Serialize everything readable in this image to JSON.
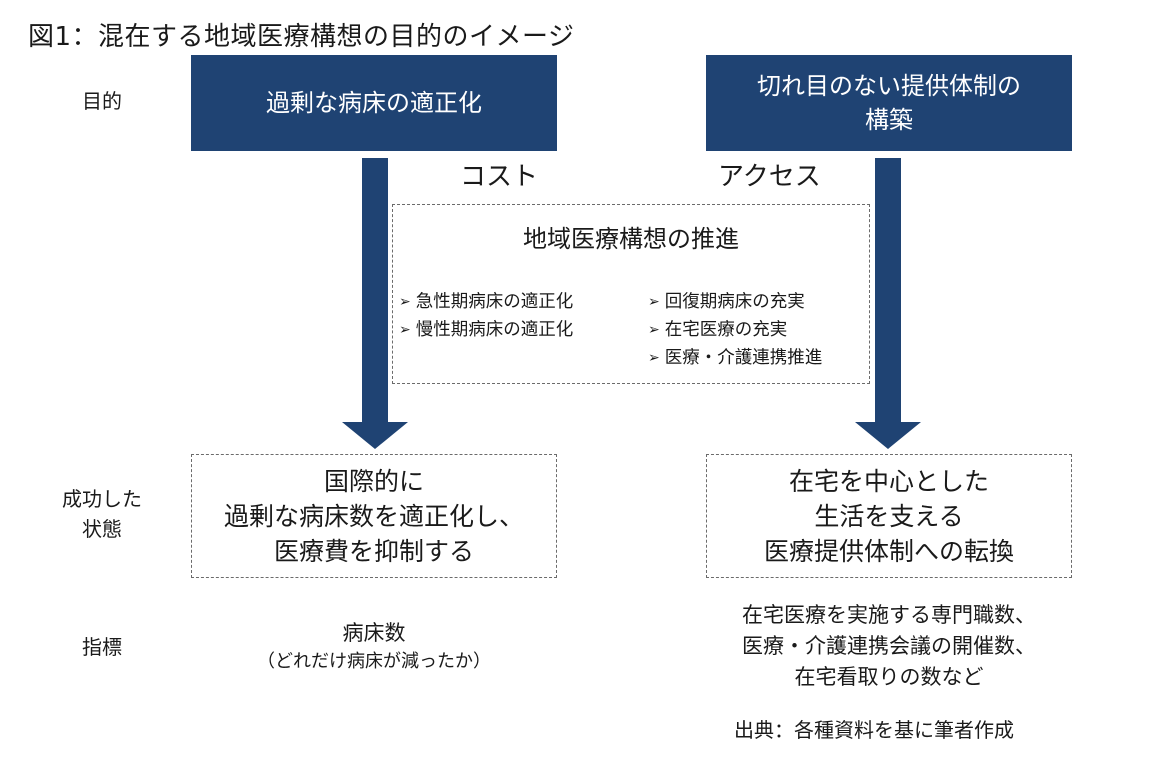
{
  "title": "図1：混在する地域医療構想の目的のイメージ",
  "row_labels": {
    "purpose": "目的",
    "success_line1": "成功した",
    "success_line2": "状態",
    "indicator": "指標"
  },
  "goals": {
    "left": [
      "過剰な病床の適正化"
    ],
    "right": [
      "切れ目のない提供体制の",
      "構築"
    ]
  },
  "dimensions": {
    "left": "コスト",
    "right": "アクセス"
  },
  "promotion": {
    "title": "地域医療構想の推進",
    "bullet_mark": "➢",
    "left_items": [
      "急性期病床の適正化",
      "慢性期病床の適正化"
    ],
    "right_items": [
      "回復期病床の充実",
      "在宅医療の充実",
      "医療・介護連携推進"
    ]
  },
  "success_states": {
    "left": [
      "国際的に",
      "過剰な病床数を適正化し、",
      "医療費を抑制する"
    ],
    "right": [
      "在宅を中心とした",
      "生活を支える",
      "医療提供体制への転換"
    ]
  },
  "indicators": {
    "left_main": "病床数",
    "left_sub": "（どれだけ病床が減ったか）",
    "right": [
      "在宅医療を実施する専門職数、",
      "医療・介護連携会議の開催数、",
      "在宅看取りの数など"
    ]
  },
  "source": "出典：各種資料を基に筆者作成",
  "colors": {
    "box_fill": "#1f4373",
    "arrow_fill": "#1f4373",
    "border": "#6b6b6b"
  }
}
